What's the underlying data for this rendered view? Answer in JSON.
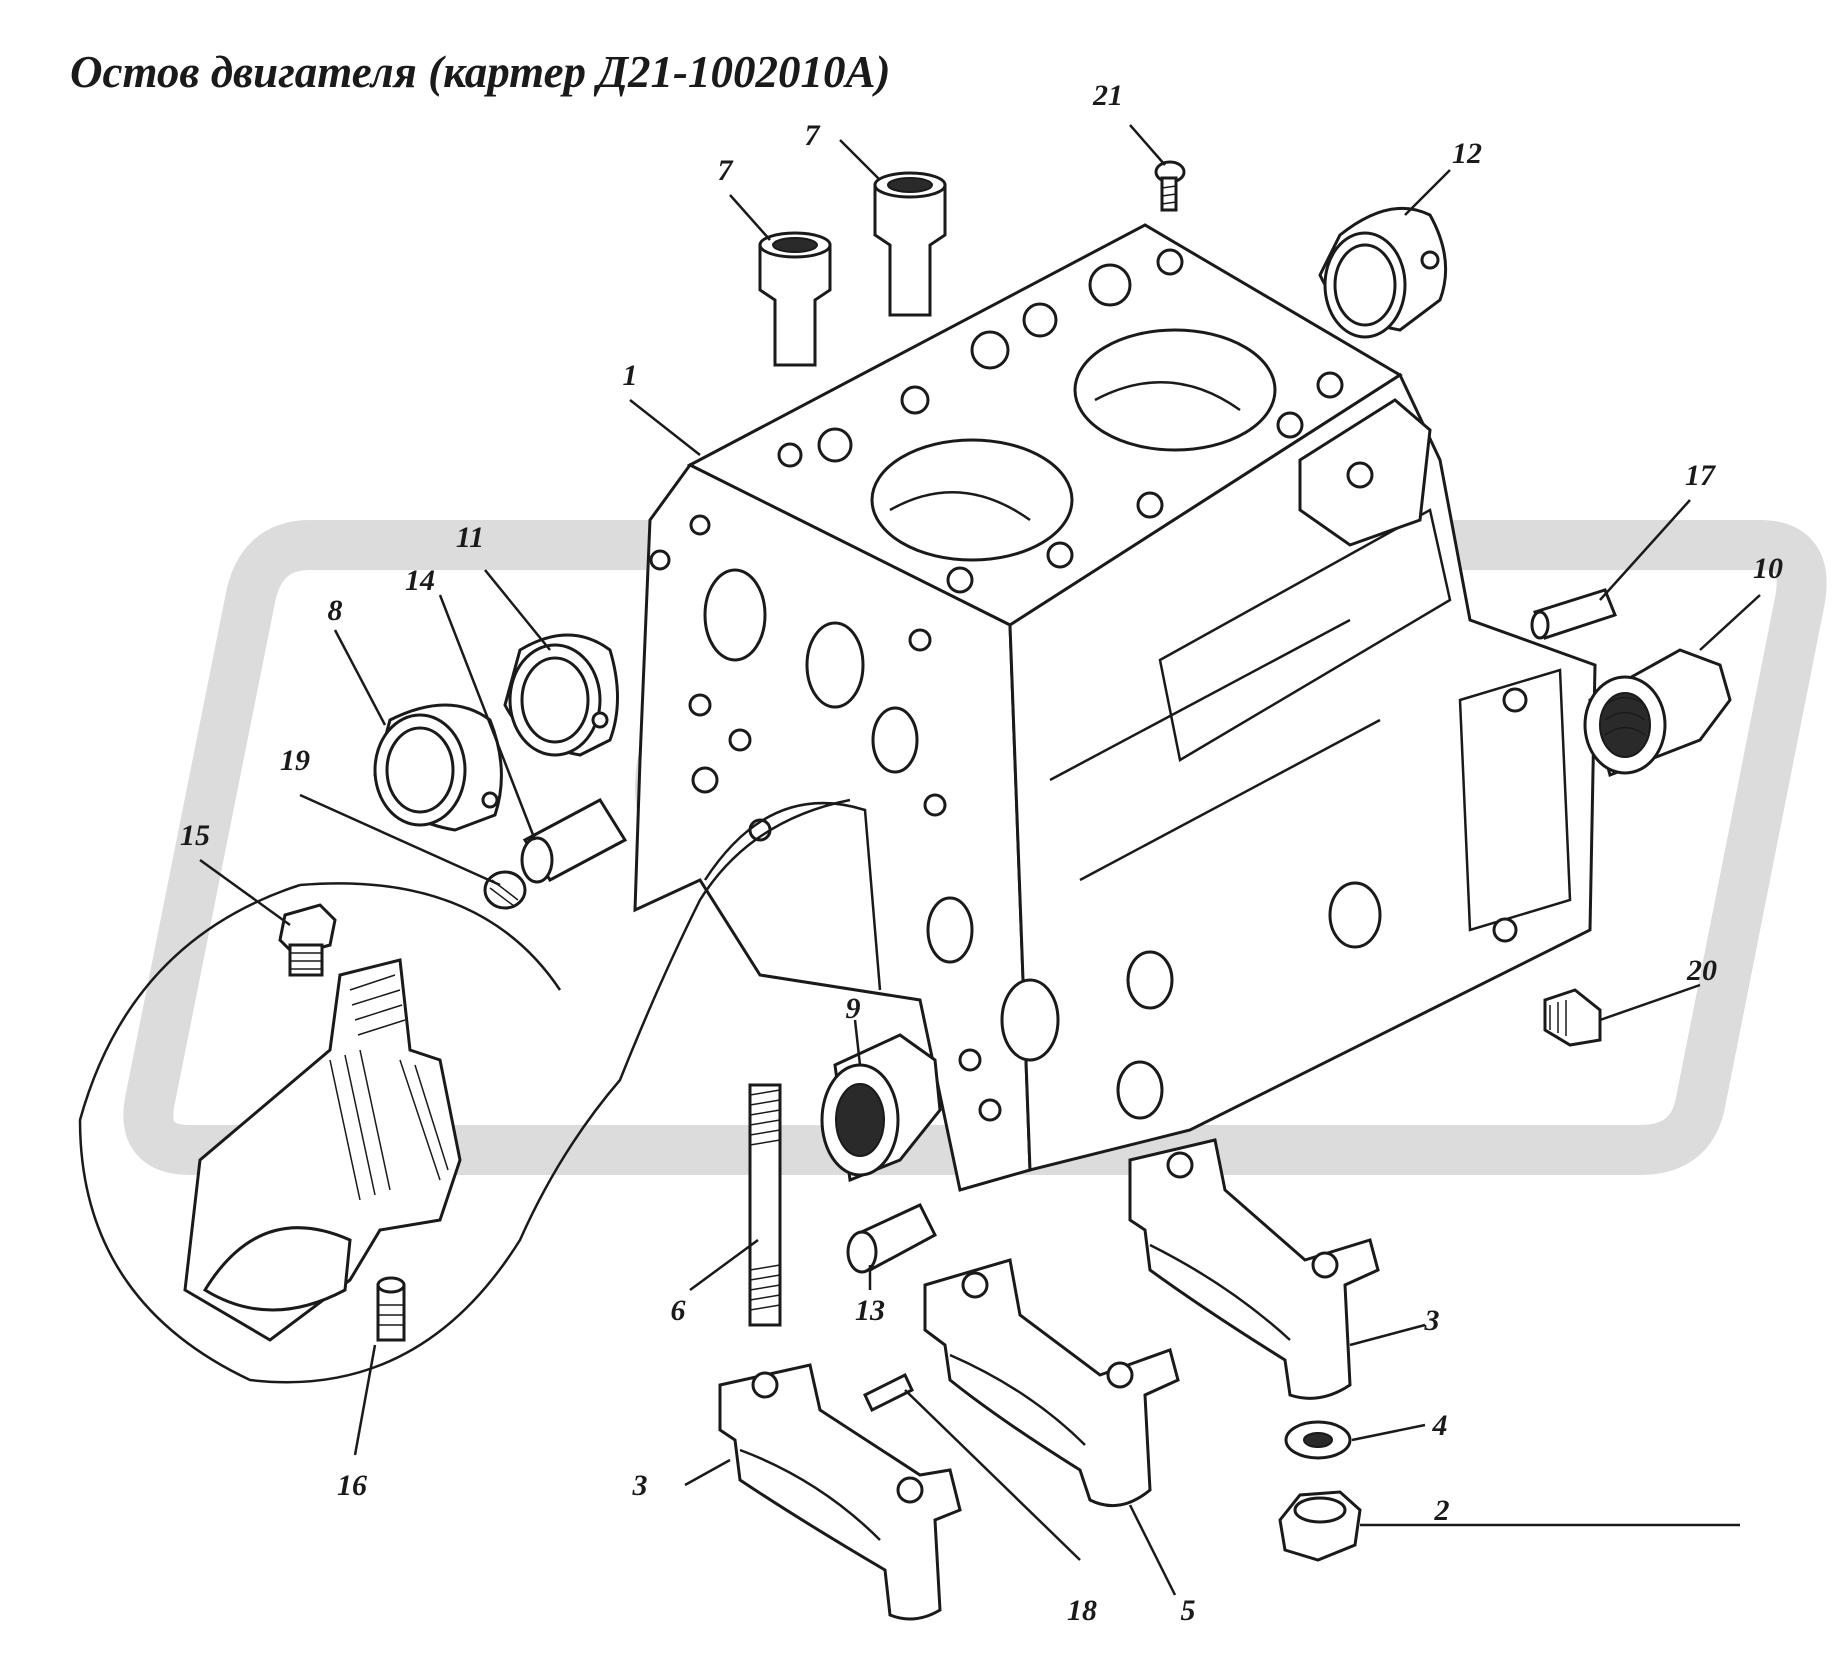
{
  "title": "Остов двигателя (картер Д21-1002010А)",
  "watermark": {
    "color": "#dcdcdc"
  },
  "colors": {
    "ink": "#1a1a1a",
    "watermark": "#dcdcdc",
    "background": "#ffffff"
  },
  "callouts": [
    {
      "id": "c1",
      "label": "1"
    },
    {
      "id": "c2",
      "label": "2"
    },
    {
      "id": "c3a",
      "label": "3"
    },
    {
      "id": "c3b",
      "label": "3"
    },
    {
      "id": "c4",
      "label": "4"
    },
    {
      "id": "c5",
      "label": "5"
    },
    {
      "id": "c6",
      "label": "6"
    },
    {
      "id": "c7a",
      "label": "7"
    },
    {
      "id": "c7b",
      "label": "7"
    },
    {
      "id": "c8",
      "label": "8"
    },
    {
      "id": "c9",
      "label": "9"
    },
    {
      "id": "c10",
      "label": "10"
    },
    {
      "id": "c11",
      "label": "11"
    },
    {
      "id": "c12",
      "label": "12"
    },
    {
      "id": "c13",
      "label": "13"
    },
    {
      "id": "c14",
      "label": "14"
    },
    {
      "id": "c15",
      "label": "15"
    },
    {
      "id": "c16",
      "label": "16"
    },
    {
      "id": "c17",
      "label": "17"
    },
    {
      "id": "c18",
      "label": "18"
    },
    {
      "id": "c19",
      "label": "19"
    },
    {
      "id": "c20",
      "label": "20"
    },
    {
      "id": "c21",
      "label": "21"
    }
  ]
}
